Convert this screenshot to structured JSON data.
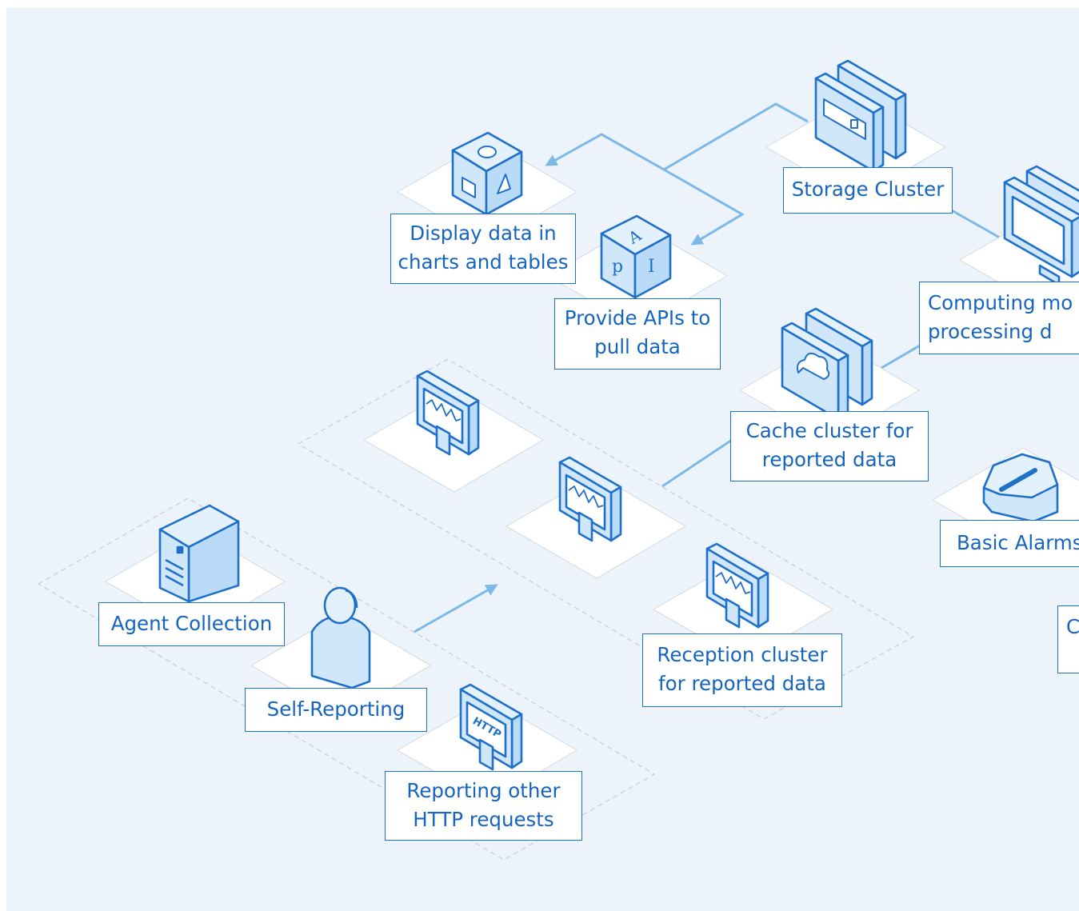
{
  "colors": {
    "background": "#ecf3fb",
    "stroke": "#1f70c9",
    "icon_fill": "#cfe6fb",
    "icon_fill_light": "#e3f1fd",
    "tile": "#ffffff",
    "arrow": "#7cb8e8",
    "dashed": "#c9ced6",
    "label_text": "#1565c0"
  },
  "nodes": {
    "agent_collection": {
      "label": "Agent Collection",
      "icon": "server-tower-icon"
    },
    "self_reporting": {
      "label": "Self-Reporting",
      "icon": "person-icon"
    },
    "http_requests": {
      "label": "Reporting other\nHTTP requests",
      "icon": "http-monitor-icon",
      "icon_text": "HTTP"
    },
    "reception_cluster": {
      "label": "Reception cluster\nfor reported data",
      "icon": "waveform-monitor-icon"
    },
    "cache_cluster": {
      "label": "Cache cluster for\nreported data",
      "icon": "cloud-servers-icon"
    },
    "storage_cluster": {
      "label": "Storage Cluster",
      "icon": "storage-servers-icon"
    },
    "computing": {
      "label": "Computing mo\nprocessing d",
      "icon": "display-monitors-icon"
    },
    "display_data": {
      "label": "Display data in\ncharts and tables",
      "icon": "shapes-cube-icon"
    },
    "provide_apis": {
      "label": "Provide APIs to\npull data",
      "icon": "api-cube-icon",
      "icon_letters": [
        "A",
        "p",
        "I"
      ]
    },
    "basic_alarms": {
      "label": "Basic Alarms",
      "icon": "alarm-light-icon"
    },
    "partial_node": {
      "label": "C",
      "icon": ""
    }
  }
}
